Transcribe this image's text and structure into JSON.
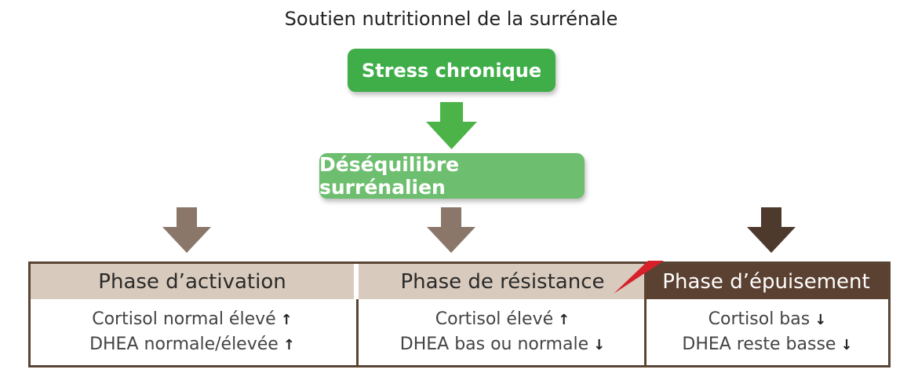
{
  "title": "Soutien nutritionnel de la surrénale",
  "top_box": "Stress chronique",
  "middle_box": "Déséquilibre surrénalien",
  "colors": {
    "green_dark": "#3fae48",
    "green_light": "#6dbf6f",
    "brown_light": "#8a776a",
    "brown_dark": "#4e3a2d",
    "header_beige": "#d8cbbd",
    "header_dark": "#5b4131",
    "accent_red": "#d8202a"
  },
  "phases": [
    {
      "name": "Phase d’activation",
      "cortisol": "Cortisol normal élevé",
      "cortisol_arrow": "↑",
      "dhea": "DHEA normale/élevée",
      "dhea_arrow": "↑"
    },
    {
      "name": "Phase de résistance",
      "cortisol": "Cortisol élevé",
      "cortisol_arrow": "↑",
      "dhea": "DHEA bas ou normale",
      "dhea_arrow": "↓"
    },
    {
      "name": "Phase d’épuisement",
      "cortisol": "Cortisol bas",
      "cortisol_arrow": "↓",
      "dhea": "DHEA reste basse",
      "dhea_arrow": "↓"
    }
  ]
}
